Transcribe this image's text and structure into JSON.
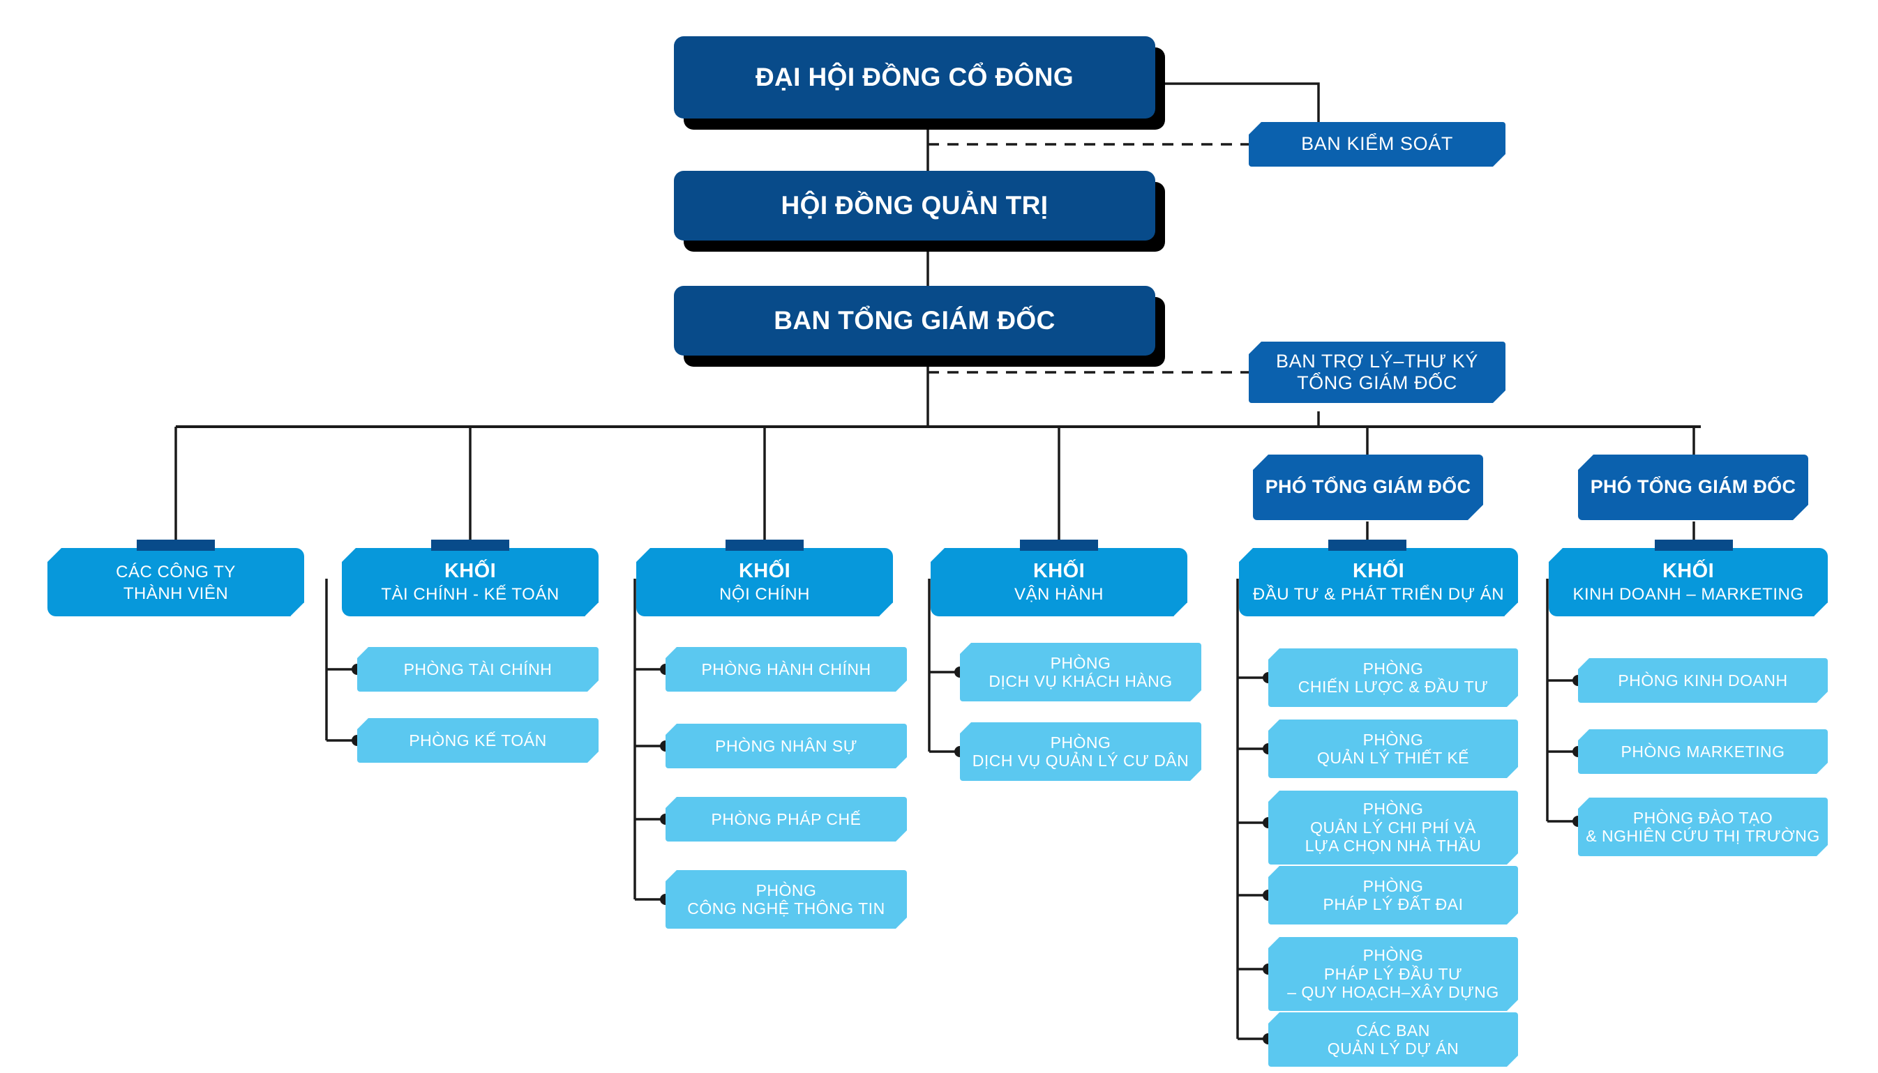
{
  "colors": {
    "navy": "#084B8A",
    "medium_blue": "#0B61AE",
    "bright_blue": "#0798DB",
    "light_blue": "#5BC8F0",
    "shadow": "#000000",
    "line": "#1A1A1A",
    "background": "#FFFFFF",
    "text": "#FFFFFF"
  },
  "executive": {
    "shareholders_meeting": "ĐẠI HỘI ĐỒNG CỔ ĐÔNG",
    "board_of_directors": "HỘI ĐỒNG QUẢN TRỊ",
    "executive_board": "BAN TỔNG GIÁM ĐỐC"
  },
  "advisory": {
    "supervisory_board": "BAN KIỂM SOÁT",
    "assistant_secretary_office": "BAN TRỢ LÝ–THƯ KÝ\nTỔNG GIÁM ĐỐC"
  },
  "deputies": [
    {
      "label": "PHÓ TỔNG GIÁM ĐỐC"
    },
    {
      "label": "PHÓ TỔNG GIÁM ĐỐC"
    }
  ],
  "divisions": [
    {
      "name": "member-companies",
      "title": "CÁC CÔNG TY",
      "subtitle": "THÀNH VIÊN",
      "two_line_title": true,
      "departments": []
    },
    {
      "name": "finance-accounting",
      "title": "KHỐI",
      "subtitle": "TÀI CHÍNH - KẾ TOÁN",
      "two_line_title": false,
      "departments": [
        "PHÒNG TÀI CHÍNH",
        "PHÒNG KẾ TOÁN"
      ]
    },
    {
      "name": "internal-affairs",
      "title": "KHỐI",
      "subtitle": "NỘI CHÍNH",
      "two_line_title": false,
      "departments": [
        "PHÒNG HÀNH CHÍNH",
        "PHÒNG NHÂN SỰ",
        "PHÒNG PHÁP CHẾ",
        "PHÒNG\nCÔNG NGHỆ THÔNG TIN"
      ]
    },
    {
      "name": "operations",
      "title": "KHỐI",
      "subtitle": "VẬN HÀNH",
      "two_line_title": false,
      "departments": [
        "PHÒNG\nDỊCH VỤ KHÁCH HÀNG",
        "PHÒNG\nDỊCH VỤ QUẢN LÝ CƯ DÂN"
      ]
    },
    {
      "name": "investment-project-development",
      "title": "KHỐI",
      "subtitle": "ĐẦU TƯ & PHÁT TRIỂN DỰ ÁN",
      "two_line_title": false,
      "departments": [
        "PHÒNG\nCHIẾN LƯỢC & ĐẦU TƯ",
        "PHÒNG\nQUẢN LÝ THIẾT KẾ",
        "PHÒNG\nQUẢN LÝ CHI PHÍ VÀ\nLỰA CHỌN NHÀ THẦU",
        "PHÒNG\nPHÁP LÝ ĐẤT ĐAI",
        "PHÒNG\nPHÁP LÝ ĐẦU TƯ\n– QUY HOẠCH–XÂY DỰNG",
        "CÁC BAN\nQUẢN LÝ DỰ ÁN"
      ]
    },
    {
      "name": "sales-marketing",
      "title": "KHỐI",
      "subtitle": "KINH DOANH – MARKETING",
      "two_line_title": false,
      "departments": [
        "PHÒNG KINH DOANH",
        "PHÒNG MARKETING",
        "PHÒNG ĐÀO TẠO\n& NGHIÊN CỨU THỊ TRƯỜNG"
      ]
    }
  ]
}
